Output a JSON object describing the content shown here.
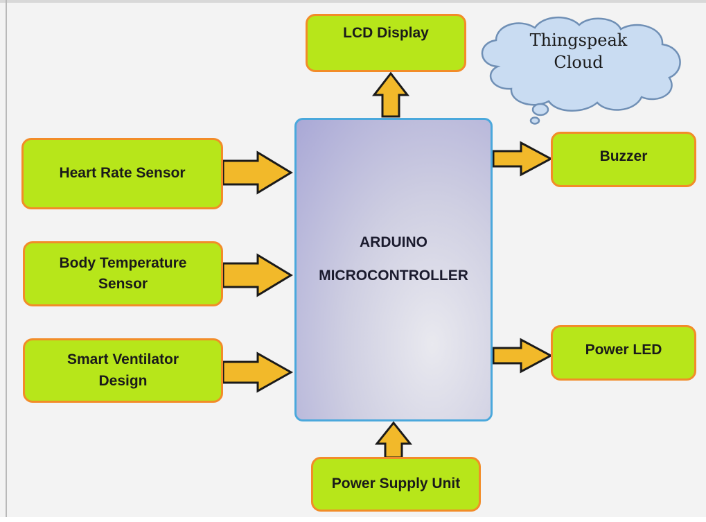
{
  "diagram": {
    "microcontroller": {
      "line1": "ARDUINO",
      "line2": "MICROCONTROLLER"
    },
    "inputs": {
      "heart_rate": "Heart Rate Sensor",
      "body_temp_line1": "Body Temperature",
      "body_temp_line2": "Sensor",
      "ventilator_line1": "Smart Ventilator",
      "ventilator_line2": "Design",
      "power_supply": "Power Supply Unit"
    },
    "outputs": {
      "lcd": "LCD Display",
      "buzzer": "Buzzer",
      "power_led": "Power LED"
    },
    "cloud": {
      "line1": "Thingspeak",
      "line2": "Cloud"
    },
    "colors": {
      "block_fill": "#b7e61a",
      "block_border": "#f28c28",
      "arrow_fill": "#f2b92a",
      "mcu_border": "#4aa8dc",
      "cloud_fill": "#c9dcf2",
      "cloud_border": "#6f8fb5"
    }
  }
}
